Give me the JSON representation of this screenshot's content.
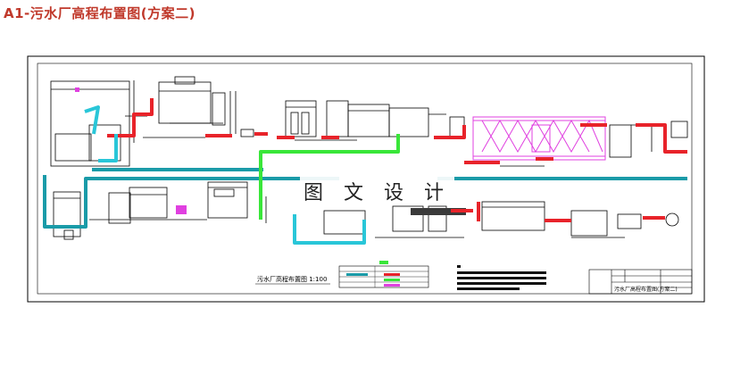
{
  "title": "A1-污水厂高程布置图(方案二)",
  "watermark": "图 文 设 计",
  "drawing_caption": "污水厂高程布置图 1:100",
  "title_block_name": "污水厂高程布置图(方案二)",
  "colors": {
    "title": "#c0392b",
    "sludge_pipe": "#e8232a",
    "water_pipe_cyan": "#29c6d8",
    "water_pipe_teal": "#1a9ba8",
    "green_pipe": "#39e639",
    "magenta_structure": "#e040e0",
    "lines": "#000000"
  }
}
